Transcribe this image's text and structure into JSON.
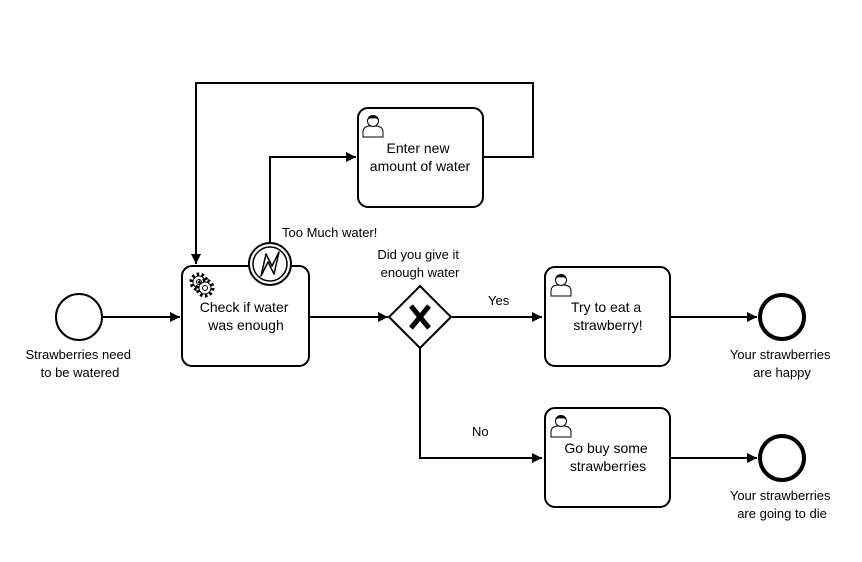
{
  "diagram": {
    "type": "bpmn-process",
    "start_event": {
      "label_lines": [
        "Strawberries need",
        "to be watered"
      ]
    },
    "tasks": {
      "check": {
        "kind": "service-task",
        "label_lines": [
          "Check if water",
          "was enough"
        ]
      },
      "enter": {
        "kind": "user-task",
        "label_lines": [
          "Enter new",
          "amount of water"
        ]
      },
      "eat": {
        "kind": "user-task",
        "label_lines": [
          "Try to eat a",
          "strawberry!"
        ]
      },
      "buy": {
        "kind": "user-task",
        "label_lines": [
          "Go buy some",
          "strawberries"
        ]
      }
    },
    "boundary_event": {
      "kind": "error-event",
      "label": "Too Much water!"
    },
    "gateway": {
      "kind": "exclusive-gateway",
      "label_lines": [
        "Did you give it",
        "enough water"
      ]
    },
    "flows": {
      "yes_label": "Yes",
      "no_label": "No"
    },
    "end_events": {
      "happy": {
        "label_lines": [
          "Your strawberries",
          "are happy"
        ]
      },
      "die": {
        "label_lines": [
          "Your strawberries",
          "are going to die"
        ]
      }
    }
  }
}
